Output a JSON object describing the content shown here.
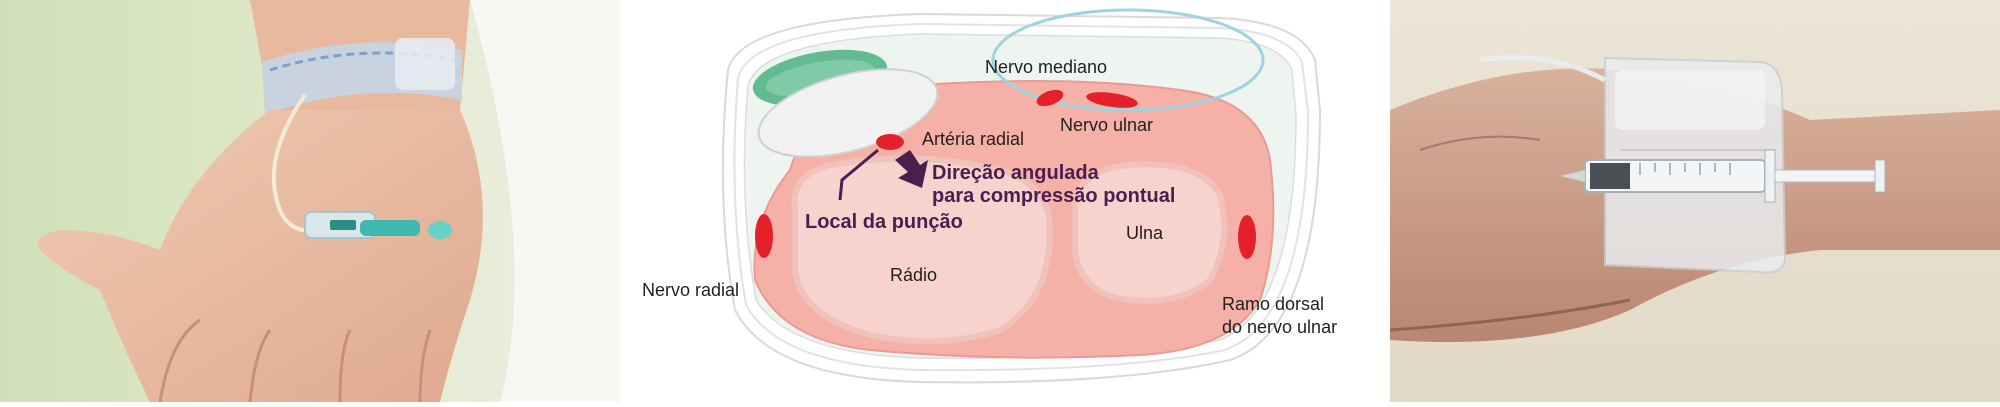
{
  "diagram": {
    "labels": {
      "nervo_mediano": "Nervo mediano",
      "arteria_radial": "Artéria radial",
      "nervo_ulnar": "Nervo ulnar",
      "direcao_line1": "Direção angulada",
      "direcao_line2": "para compressão pontual",
      "local_puncao": "Local da punção",
      "ulna": "Ulna",
      "radio": "Rádio",
      "nervo_radial": "Nervo radial",
      "ramo_dorsal_line1": "Ramo dorsal",
      "ramo_dorsal_line2": "do nervo ulnar"
    }
  },
  "colors": {
    "bone_fill": "#f5b4ac",
    "artery_red": "#e4202b",
    "text_purple": "#4a1f4f",
    "band_outline": "#9fd3df",
    "tendon_green": "#5bb88b"
  }
}
